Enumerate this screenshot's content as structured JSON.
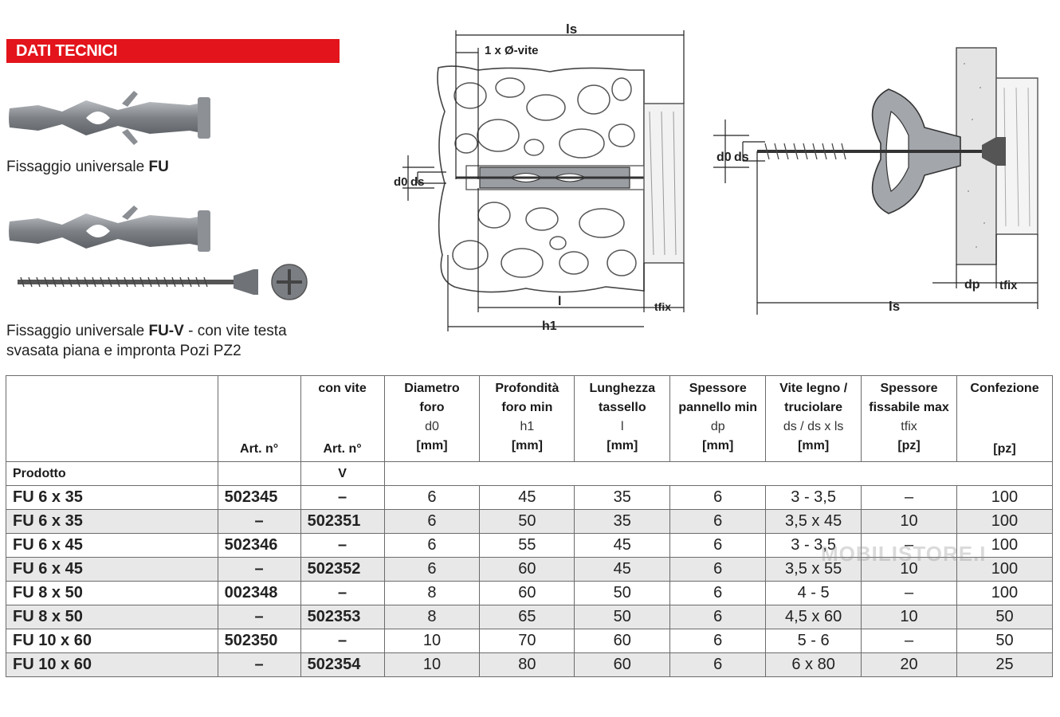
{
  "banner": {
    "title": "DATI TECNICI",
    "color": "#e3141b"
  },
  "products": [
    {
      "caption_prefix": "Fissaggio universale ",
      "caption_bold": "FU",
      "caption_rest": ""
    },
    {
      "caption_prefix": "Fissaggio universale ",
      "caption_bold": "FU-V",
      "caption_rest": " - con vite testa",
      "caption_line2": "svasata piana e impronta Pozi PZ2"
    }
  ],
  "drawing_left": {
    "labels": {
      "ls": "ls",
      "screw_diam": "1 x Ø-vite",
      "d0": "d0",
      "ds": "ds",
      "l": "l",
      "h1": "h1",
      "tfix": "tfix"
    }
  },
  "drawing_right": {
    "labels": {
      "d0": "d0",
      "ds": "ds",
      "dp": "dp",
      "tfix": "tfix",
      "ls": "ls"
    }
  },
  "table": {
    "headers": {
      "artno": "Art. n°",
      "con_vite": "con vite",
      "artno_v": "Art. n°",
      "diam_line1": "Diametro",
      "diam_line2": "foro",
      "diam_sym": "d0",
      "diam_unit": "[mm]",
      "prof_line1": "Profondità",
      "prof_line2": "foro min",
      "prof_sym": "h1",
      "prof_unit": "[mm]",
      "lung_line1": "Lunghezza",
      "lung_line2": "tassello",
      "lung_sym": "l",
      "lung_unit": "[mm]",
      "spes_line1": "Spessore",
      "spes_line2": "pannello min",
      "spes_sym": "dp",
      "spes_unit": "[mm]",
      "vite_line1": "Vite legno /",
      "vite_line2": "truciolare",
      "vite_sym": "ds / ds x ls",
      "vite_unit": "[mm]",
      "fix_line1": "Spessore",
      "fix_line2": "fissabile max",
      "fix_sym": "tfix",
      "fix_unit": "[pz]",
      "conf_line1": "Confezione",
      "conf_unit": "[pz]"
    },
    "sub": {
      "prodotto": "Prodotto",
      "v": "V"
    },
    "rows": [
      {
        "prod": "FU 6 x 35",
        "art": "502345",
        "artv": "–",
        "d0": "6",
        "h1": "45",
        "l": "35",
        "dp": "6",
        "vite": "3 - 3,5",
        "tfix": "–",
        "conf": "100"
      },
      {
        "prod": "FU 6 x 35",
        "art": "–",
        "artv": "502351",
        "d0": "6",
        "h1": "50",
        "l": "35",
        "dp": "6",
        "vite": "3,5 x 45",
        "tfix": "10",
        "conf": "100"
      },
      {
        "prod": "FU 6 x 45",
        "art": "502346",
        "artv": "–",
        "d0": "6",
        "h1": "55",
        "l": "45",
        "dp": "6",
        "vite": "3 - 3,5",
        "tfix": "–",
        "conf": "100"
      },
      {
        "prod": "FU 6 x 45",
        "art": "–",
        "artv": "502352",
        "d0": "6",
        "h1": "60",
        "l": "45",
        "dp": "6",
        "vite": "3,5 x 55",
        "tfix": "10",
        "conf": "100"
      },
      {
        "prod": "FU 8 x 50",
        "art": "002348",
        "artv": "–",
        "d0": "8",
        "h1": "60",
        "l": "50",
        "dp": "6",
        "vite": "4 - 5",
        "tfix": "–",
        "conf": "100"
      },
      {
        "prod": "FU 8 x 50",
        "art": "–",
        "artv": "502353",
        "d0": "8",
        "h1": "65",
        "l": "50",
        "dp": "6",
        "vite": "4,5 x 60",
        "tfix": "10",
        "conf": "50"
      },
      {
        "prod": "FU 10 x 60",
        "art": "502350",
        "artv": "–",
        "d0": "10",
        "h1": "70",
        "l": "60",
        "dp": "6",
        "vite": "5 - 6",
        "tfix": "–",
        "conf": "50"
      },
      {
        "prod": "FU 10 x 60",
        "art": "–",
        "artv": "502354",
        "d0": "10",
        "h1": "80",
        "l": "60",
        "dp": "6",
        "vite": "6 x 80",
        "tfix": "20",
        "conf": "25"
      }
    ]
  },
  "watermark": "MOBILISTORE.I"
}
